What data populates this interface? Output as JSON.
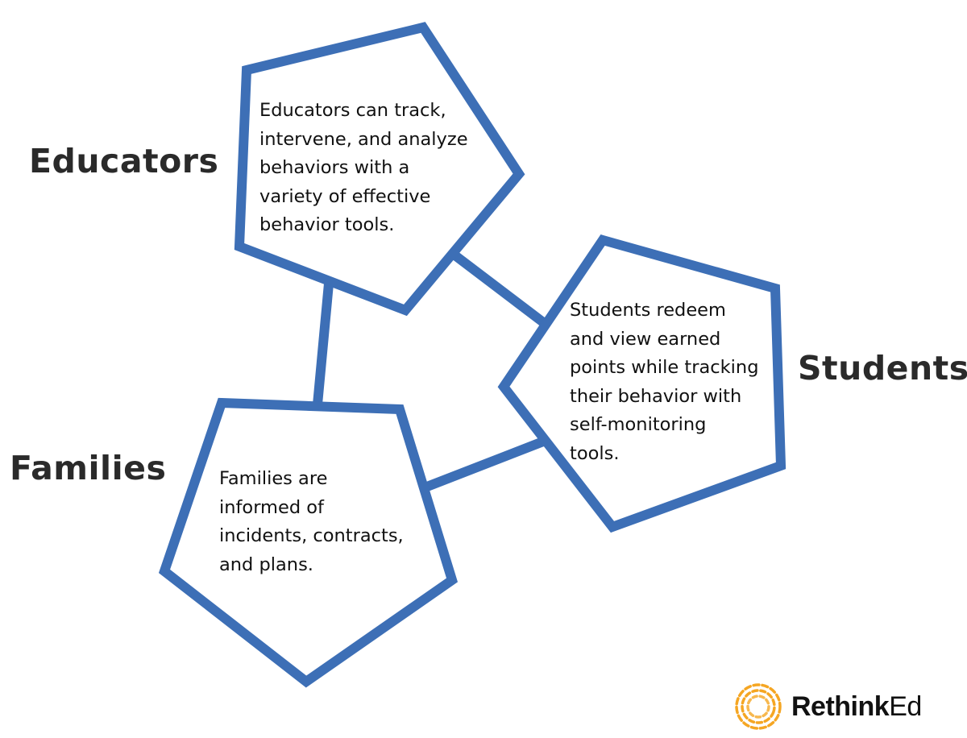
{
  "colors": {
    "stroke": "#3d6fb6",
    "logo_accent": "#f5a623",
    "label": "#2a2a2a"
  },
  "nodes": [
    {
      "label": "Educators",
      "description": [
        "Educators can track,",
        "intervene, and analyze",
        "behaviors with a",
        "variety of effective",
        "behavior tools."
      ]
    },
    {
      "label": "Students",
      "description": [
        "Students redeem",
        "and view earned",
        "points while tracking",
        "their behavior with",
        "self-monitoring",
        "tools."
      ]
    },
    {
      "label": "Families",
      "description": [
        "Families are",
        "informed of",
        "incidents, contracts,",
        "and plans."
      ]
    }
  ],
  "logo": {
    "brand_bold": "Rethink",
    "brand_light": "Ed",
    "icon": "sun-ring-icon"
  }
}
